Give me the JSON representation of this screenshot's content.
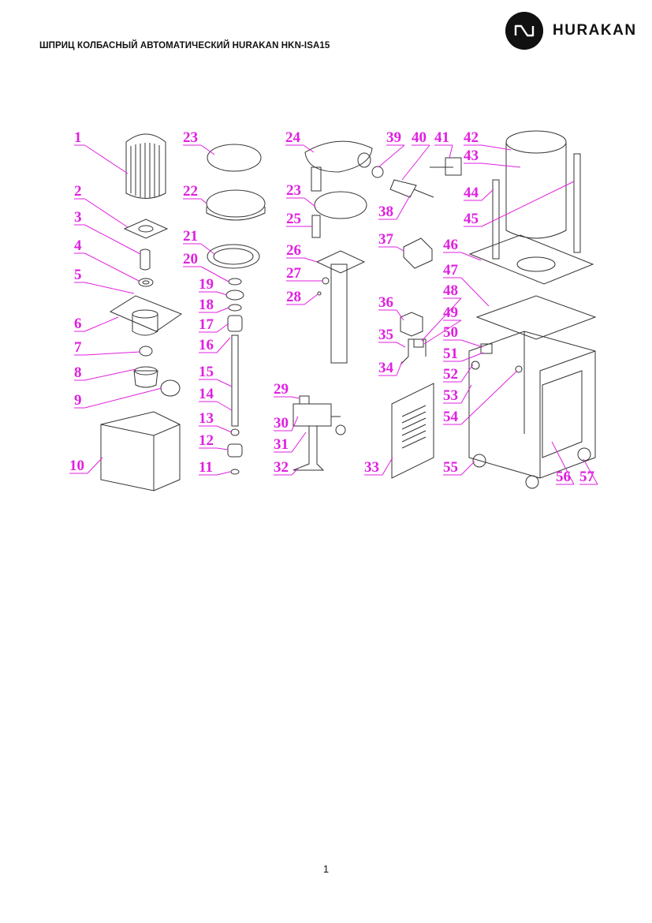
{
  "header": {
    "title": "ШПРИЦ КОЛБАСНЫЙ АВТОМАТИЧЕСКИЙ HURAKAN HKN-ISA15",
    "brand": "HURAKAN",
    "brand_color": "#111111"
  },
  "diagram": {
    "label_color": "#e020e0",
    "part_numbers": [
      "1",
      "2",
      "3",
      "4",
      "5",
      "6",
      "7",
      "8",
      "9",
      "10",
      "11",
      "12",
      "13",
      "14",
      "15",
      "16",
      "17",
      "18",
      "19",
      "20",
      "21",
      "22",
      "23",
      "23",
      "24",
      "25",
      "26",
      "27",
      "28",
      "29",
      "30",
      "31",
      "32",
      "33",
      "34",
      "35",
      "36",
      "37",
      "38",
      "39",
      "40",
      "41",
      "42",
      "43",
      "44",
      "45",
      "46",
      "47",
      "48",
      "49",
      "50",
      "51",
      "52",
      "53",
      "54",
      "55",
      "56",
      "57"
    ]
  },
  "footer": {
    "page_number": "1"
  }
}
